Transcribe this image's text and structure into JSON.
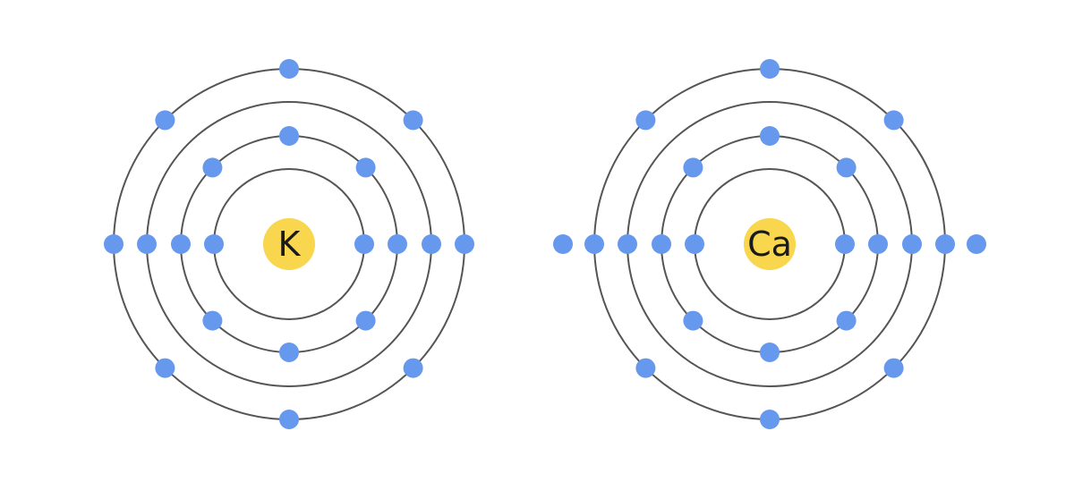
{
  "colors": {
    "electron": "#6699ee",
    "nucleus": "#f8d64e",
    "shell": "#555555",
    "background": "#ffffff"
  },
  "atoms": [
    {
      "symbol": "K",
      "shells": [
        {
          "electrons": [
            0,
            180
          ]
        },
        {
          "electrons": [
            0,
            45,
            90,
            135,
            180,
            225,
            270,
            315
          ]
        },
        {
          "electrons": [
            0,
            180
          ]
        },
        {
          "electrons": [
            0,
            45,
            90,
            135,
            180,
            225,
            270,
            315
          ]
        }
      ]
    },
    {
      "symbol": "Ca",
      "shells": [
        {
          "electrons": [
            0,
            180
          ]
        },
        {
          "electrons": [
            0,
            45,
            90,
            135,
            180,
            225,
            270,
            315
          ]
        },
        {
          "electrons": [
            0,
            180
          ]
        },
        {
          "electrons": [
            0,
            45,
            90,
            135,
            180,
            225,
            270,
            315,
            0,
            180
          ]
        }
      ]
    }
  ]
}
